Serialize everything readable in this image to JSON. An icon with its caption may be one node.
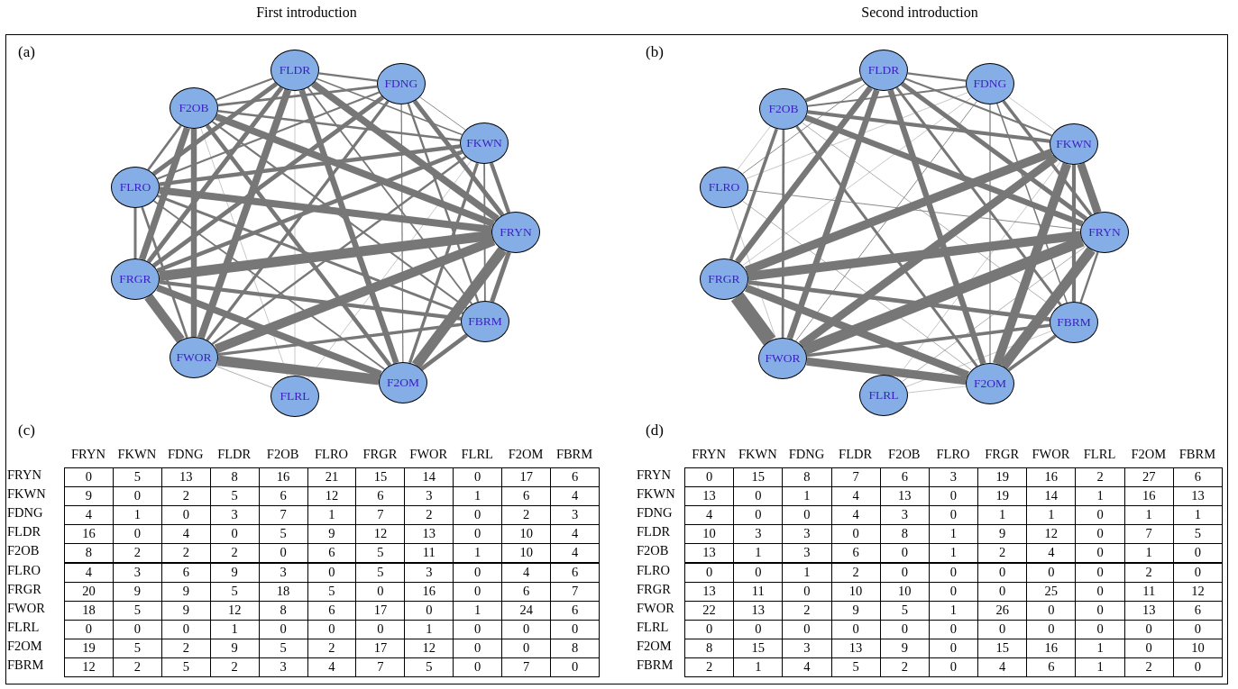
{
  "diagram": {
    "nodes": [
      {
        "text": [
          "FRYN"
        ]
      },
      {
        "text": [
          "FKWN"
        ]
      },
      {
        "text": [
          "FDNG"
        ]
      },
      {
        "text": [
          "FLDR"
        ]
      },
      {
        "text": [
          "F2OB"
        ]
      },
      {
        "text": [
          "FLRO"
        ]
      },
      {
        "text": [
          "FRGR"
        ]
      },
      {
        "text": [
          "FWOR"
        ]
      },
      {
        "text": [
          "FLRL"
        ]
      },
      {
        "text": [
          "F2OM"
        ]
      },
      {
        "text": [
          "FBRM"
        ]
      },
      {
        "text": [
          "FRYN"
        ]
      },
      {
        "text": [
          "FKWN"
        ]
      },
      {
        "text": [
          "FDNG"
        ]
      },
      {
        "text": [
          "FLDR"
        ]
      },
      {
        "text": [
          "F2OB"
        ]
      },
      {
        "text": [
          "FLRO"
        ]
      },
      {
        "text": [
          "FRGR"
        ]
      },
      {
        "text": [
          "FWOR"
        ]
      },
      {
        "text": [
          "FLRL"
        ]
      },
      {
        "text": [
          "F2OM"
        ]
      },
      {
        "text": [
          "FBRM"
        ]
      }
    ],
    "edges": [
      {
        "from": 0,
        "to": 1,
        "arrow": "none"
      },
      {
        "from": 0,
        "to": 2,
        "arrow": "none"
      },
      {
        "from": 0,
        "to": 3,
        "arrow": "none",
        "style": "thick"
      },
      {
        "from": 0,
        "to": 4,
        "arrow": "none",
        "style": "thick"
      },
      {
        "from": 0,
        "to": 5,
        "arrow": "none",
        "style": "thick"
      },
      {
        "from": 0,
        "to": 6,
        "arrow": "none",
        "style": "thick"
      },
      {
        "from": 0,
        "to": 7,
        "arrow": "none",
        "style": "thick"
      },
      {
        "from": 0,
        "to": 9,
        "arrow": "none",
        "style": "thick"
      },
      {
        "from": 0,
        "to": 10,
        "arrow": "none"
      },
      {
        "from": 1,
        "to": 2,
        "arrow": "none"
      },
      {
        "from": 1,
        "to": 3,
        "arrow": "none"
      },
      {
        "from": 1,
        "to": 4,
        "arrow": "none"
      },
      {
        "from": 1,
        "to": 5,
        "arrow": "none"
      },
      {
        "from": 1,
        "to": 6,
        "arrow": "none"
      },
      {
        "from": 1,
        "to": 7,
        "arrow": "none"
      },
      {
        "from": 1,
        "to": 8,
        "arrow": "none"
      },
      {
        "from": 1,
        "to": 9,
        "arrow": "none"
      },
      {
        "from": 1,
        "to": 10,
        "arrow": "none"
      },
      {
        "from": 2,
        "to": 3,
        "arrow": "none"
      },
      {
        "from": 2,
        "to": 4,
        "arrow": "none"
      },
      {
        "from": 2,
        "to": 5,
        "arrow": "none"
      },
      {
        "from": 2,
        "to": 6,
        "arrow": "none"
      },
      {
        "from": 2,
        "to": 7,
        "arrow": "none"
      },
      {
        "from": 2,
        "to": 9,
        "arrow": "none"
      },
      {
        "from": 2,
        "to": 10,
        "arrow": "none"
      },
      {
        "from": 3,
        "to": 4,
        "arrow": "none"
      },
      {
        "from": 3,
        "to": 5,
        "arrow": "none"
      },
      {
        "from": 3,
        "to": 6,
        "arrow": "none"
      },
      {
        "from": 3,
        "to": 7,
        "arrow": "none",
        "style": "thick"
      },
      {
        "from": 3,
        "to": 8,
        "arrow": "none"
      },
      {
        "from": 3,
        "to": 9,
        "arrow": "none",
        "style": "thick"
      },
      {
        "from": 3,
        "to": 10,
        "arrow": "none"
      },
      {
        "from": 4,
        "to": 5,
        "arrow": "none"
      },
      {
        "from": 4,
        "to": 6,
        "arrow": "none",
        "style": "thick"
      },
      {
        "from": 4,
        "to": 7,
        "arrow": "none",
        "style": "thick"
      },
      {
        "from": 4,
        "to": 8,
        "arrow": "none"
      },
      {
        "from": 4,
        "to": 9,
        "arrow": "none"
      },
      {
        "from": 4,
        "to": 10,
        "arrow": "none"
      },
      {
        "from": 5,
        "to": 6,
        "arrow": "none"
      },
      {
        "from": 5,
        "to": 7,
        "arrow": "none"
      },
      {
        "from": 5,
        "to": 9,
        "arrow": "none"
      },
      {
        "from": 5,
        "to": 10,
        "arrow": "none"
      },
      {
        "from": 6,
        "to": 7,
        "arrow": "none",
        "style": "thick"
      },
      {
        "from": 6,
        "to": 9,
        "arrow": "none",
        "style": "thick"
      },
      {
        "from": 6,
        "to": 10,
        "arrow": "none"
      },
      {
        "from": 7,
        "to": 8,
        "arrow": "none"
      },
      {
        "from": 7,
        "to": 9,
        "arrow": "none",
        "style": "thick"
      },
      {
        "from": 7,
        "to": 10,
        "arrow": "none"
      },
      {
        "from": 9,
        "to": 10,
        "arrow": "none"
      },
      {
        "from": 11,
        "to": 12,
        "arrow": "none",
        "style": "thick"
      },
      {
        "from": 11,
        "to": 13,
        "arrow": "none"
      },
      {
        "from": 11,
        "to": 14,
        "arrow": "none"
      },
      {
        "from": 11,
        "to": 15,
        "arrow": "none",
        "style": "thick"
      },
      {
        "from": 11,
        "to": 16,
        "arrow": "none"
      },
      {
        "from": 11,
        "to": 17,
        "arrow": "none",
        "style": "thick"
      },
      {
        "from": 11,
        "to": 18,
        "arrow": "none",
        "style": "thick"
      },
      {
        "from": 11,
        "to": 19,
        "arrow": "none"
      },
      {
        "from": 11,
        "to": 20,
        "arrow": "none",
        "style": "thick"
      },
      {
        "from": 11,
        "to": 21,
        "arrow": "none"
      },
      {
        "from": 12,
        "to": 13,
        "arrow": "none"
      },
      {
        "from": 12,
        "to": 14,
        "arrow": "none"
      },
      {
        "from": 12,
        "to": 15,
        "arrow": "none"
      },
      {
        "from": 12,
        "to": 17,
        "arrow": "none",
        "style": "thick"
      },
      {
        "from": 12,
        "to": 18,
        "arrow": "none",
        "style": "thick"
      },
      {
        "from": 12,
        "to": 19,
        "arrow": "none"
      },
      {
        "from": 12,
        "to": 20,
        "arrow": "none",
        "style": "thick"
      },
      {
        "from": 12,
        "to": 21,
        "arrow": "none"
      },
      {
        "from": 13,
        "to": 14,
        "arrow": "none"
      },
      {
        "from": 13,
        "to": 15,
        "arrow": "none"
      },
      {
        "from": 13,
        "to": 16,
        "arrow": "none"
      },
      {
        "from": 13,
        "to": 17,
        "arrow": "none"
      },
      {
        "from": 13,
        "to": 18,
        "arrow": "none"
      },
      {
        "from": 13,
        "to": 20,
        "arrow": "none"
      },
      {
        "from": 13,
        "to": 21,
        "arrow": "none"
      },
      {
        "from": 14,
        "to": 15,
        "arrow": "none"
      },
      {
        "from": 14,
        "to": 16,
        "arrow": "none"
      },
      {
        "from": 14,
        "to": 17,
        "arrow": "none",
        "style": "thick"
      },
      {
        "from": 14,
        "to": 18,
        "arrow": "none",
        "style": "thick"
      },
      {
        "from": 14,
        "to": 20,
        "arrow": "none",
        "style": "thick"
      },
      {
        "from": 14,
        "to": 21,
        "arrow": "none"
      },
      {
        "from": 15,
        "to": 16,
        "arrow": "none"
      },
      {
        "from": 15,
        "to": 17,
        "arrow": "none"
      },
      {
        "from": 15,
        "to": 18,
        "arrow": "none"
      },
      {
        "from": 15,
        "to": 20,
        "arrow": "none"
      },
      {
        "from": 15,
        "to": 21,
        "arrow": "none"
      },
      {
        "from": 16,
        "to": 18,
        "arrow": "none"
      },
      {
        "from": 16,
        "to": 20,
        "arrow": "none"
      },
      {
        "from": 17,
        "to": 18,
        "arrow": "none",
        "style": "thick"
      },
      {
        "from": 17,
        "to": 20,
        "arrow": "none",
        "style": "thick"
      },
      {
        "from": 17,
        "to": 21,
        "arrow": "none"
      },
      {
        "from": 18,
        "to": 20,
        "arrow": "none",
        "style": "thick"
      },
      {
        "from": 18,
        "to": 21,
        "arrow": "none"
      },
      {
        "from": 19,
        "to": 20,
        "arrow": "none"
      },
      {
        "from": 19,
        "to": 21,
        "arrow": "none"
      },
      {
        "from": 20,
        "to": 21,
        "arrow": "none"
      }
    ],
    "labels": [
      "First introduction",
      "Second introduction",
      "(a)",
      "(b)",
      "(c)",
      "FRYN",
      "FKWN",
      "FDNG",
      "FLDR",
      "F2OB",
      "FLRO",
      "FRGR",
      "FWOR",
      "FLRL",
      "F2OM",
      "FBRM",
      "FRYN",
      "0",
      "5",
      "13",
      "8",
      "16",
      "21",
      "15",
      "14",
      "0",
      "17",
      "6",
      "FKWN",
      "9",
      "0",
      "2",
      "5",
      "6",
      "12",
      "6",
      "3",
      "1",
      "6",
      "4",
      "FDNG",
      "4",
      "1",
      "0",
      "3",
      "7",
      "1",
      "7",
      "2",
      "0",
      "2",
      "3",
      "FLDR",
      "16",
      "0",
      "4",
      "0",
      "5",
      "9",
      "12",
      "13",
      "0",
      "10",
      "4",
      "F2OB",
      "8",
      "2",
      "2",
      "2",
      "0",
      "6",
      "5",
      "11",
      "1",
      "10",
      "4",
      "FLRO",
      "4",
      "3",
      "6",
      "9",
      "3",
      "0",
      "5",
      "3",
      "0",
      "4",
      "6",
      "FRGR",
      "20",
      "9",
      "9",
      "5",
      "18",
      "5",
      "0",
      "16",
      "0",
      "6",
      "7",
      "FWOR",
      "18",
      "5",
      "9",
      "12",
      "8",
      "6",
      "17",
      "0",
      "1",
      "24",
      "6",
      "FLRL",
      "0",
      "0",
      "0",
      "1",
      "0",
      "0",
      "0",
      "1",
      "0",
      "0",
      "0",
      "F2OM",
      "19",
      "5",
      "2",
      "9",
      "5",
      "2",
      "17",
      "12",
      "0",
      "0",
      "8",
      "FBRM",
      "12",
      "2",
      "5",
      "2",
      "3",
      "4",
      "7",
      "5",
      "0",
      "7",
      "0",
      "(d)",
      "FRYN",
      "FKWN",
      "FDNG",
      "FLDR",
      "F2OB",
      "FLRO",
      "FRGR",
      "FWOR",
      "FLRL",
      "F2OM",
      "FBRM",
      "FRYN",
      "0",
      "15",
      "8",
      "7",
      "6",
      "3",
      "19",
      "16",
      "2",
      "27",
      "6",
      "FKWN",
      "13",
      "0",
      "1",
      "4",
      "13",
      "0",
      "19",
      "14",
      "1",
      "16",
      "13",
      "FDNG",
      "4",
      "0",
      "0",
      "4",
      "3",
      "0",
      "1",
      "1",
      "0",
      "1",
      "1",
      "FLDR",
      "10",
      "3",
      "3",
      "0",
      "8",
      "1",
      "9",
      "12",
      "0",
      "7",
      "5",
      "F2OB",
      "13",
      "1",
      "3",
      "6",
      "0",
      "1",
      "2",
      "4",
      "0",
      "1",
      "0",
      "FLRO",
      "0",
      "0",
      "1",
      "2",
      "0",
      "0",
      "0",
      "0",
      "0",
      "2",
      "0",
      "FRGR",
      "13",
      "11",
      "0",
      "10",
      "10",
      "0",
      "0",
      "25",
      "0",
      "11",
      "12",
      "FWOR",
      "22",
      "13",
      "2",
      "9",
      "5",
      "1",
      "26",
      "0",
      "0",
      "13",
      "6",
      "FLRL",
      "0",
      "0",
      "0",
      "0",
      "0",
      "0",
      "0",
      "0",
      "0",
      "0",
      "0",
      "F2OM",
      "8",
      "15",
      "3",
      "13",
      "9",
      "0",
      "15",
      "16",
      "1",
      "0",
      "10",
      "FBRM",
      "2",
      "1",
      "4",
      "5",
      "2",
      "0",
      "4",
      "6",
      "1",
      "2",
      "0"
    ]
  }
}
